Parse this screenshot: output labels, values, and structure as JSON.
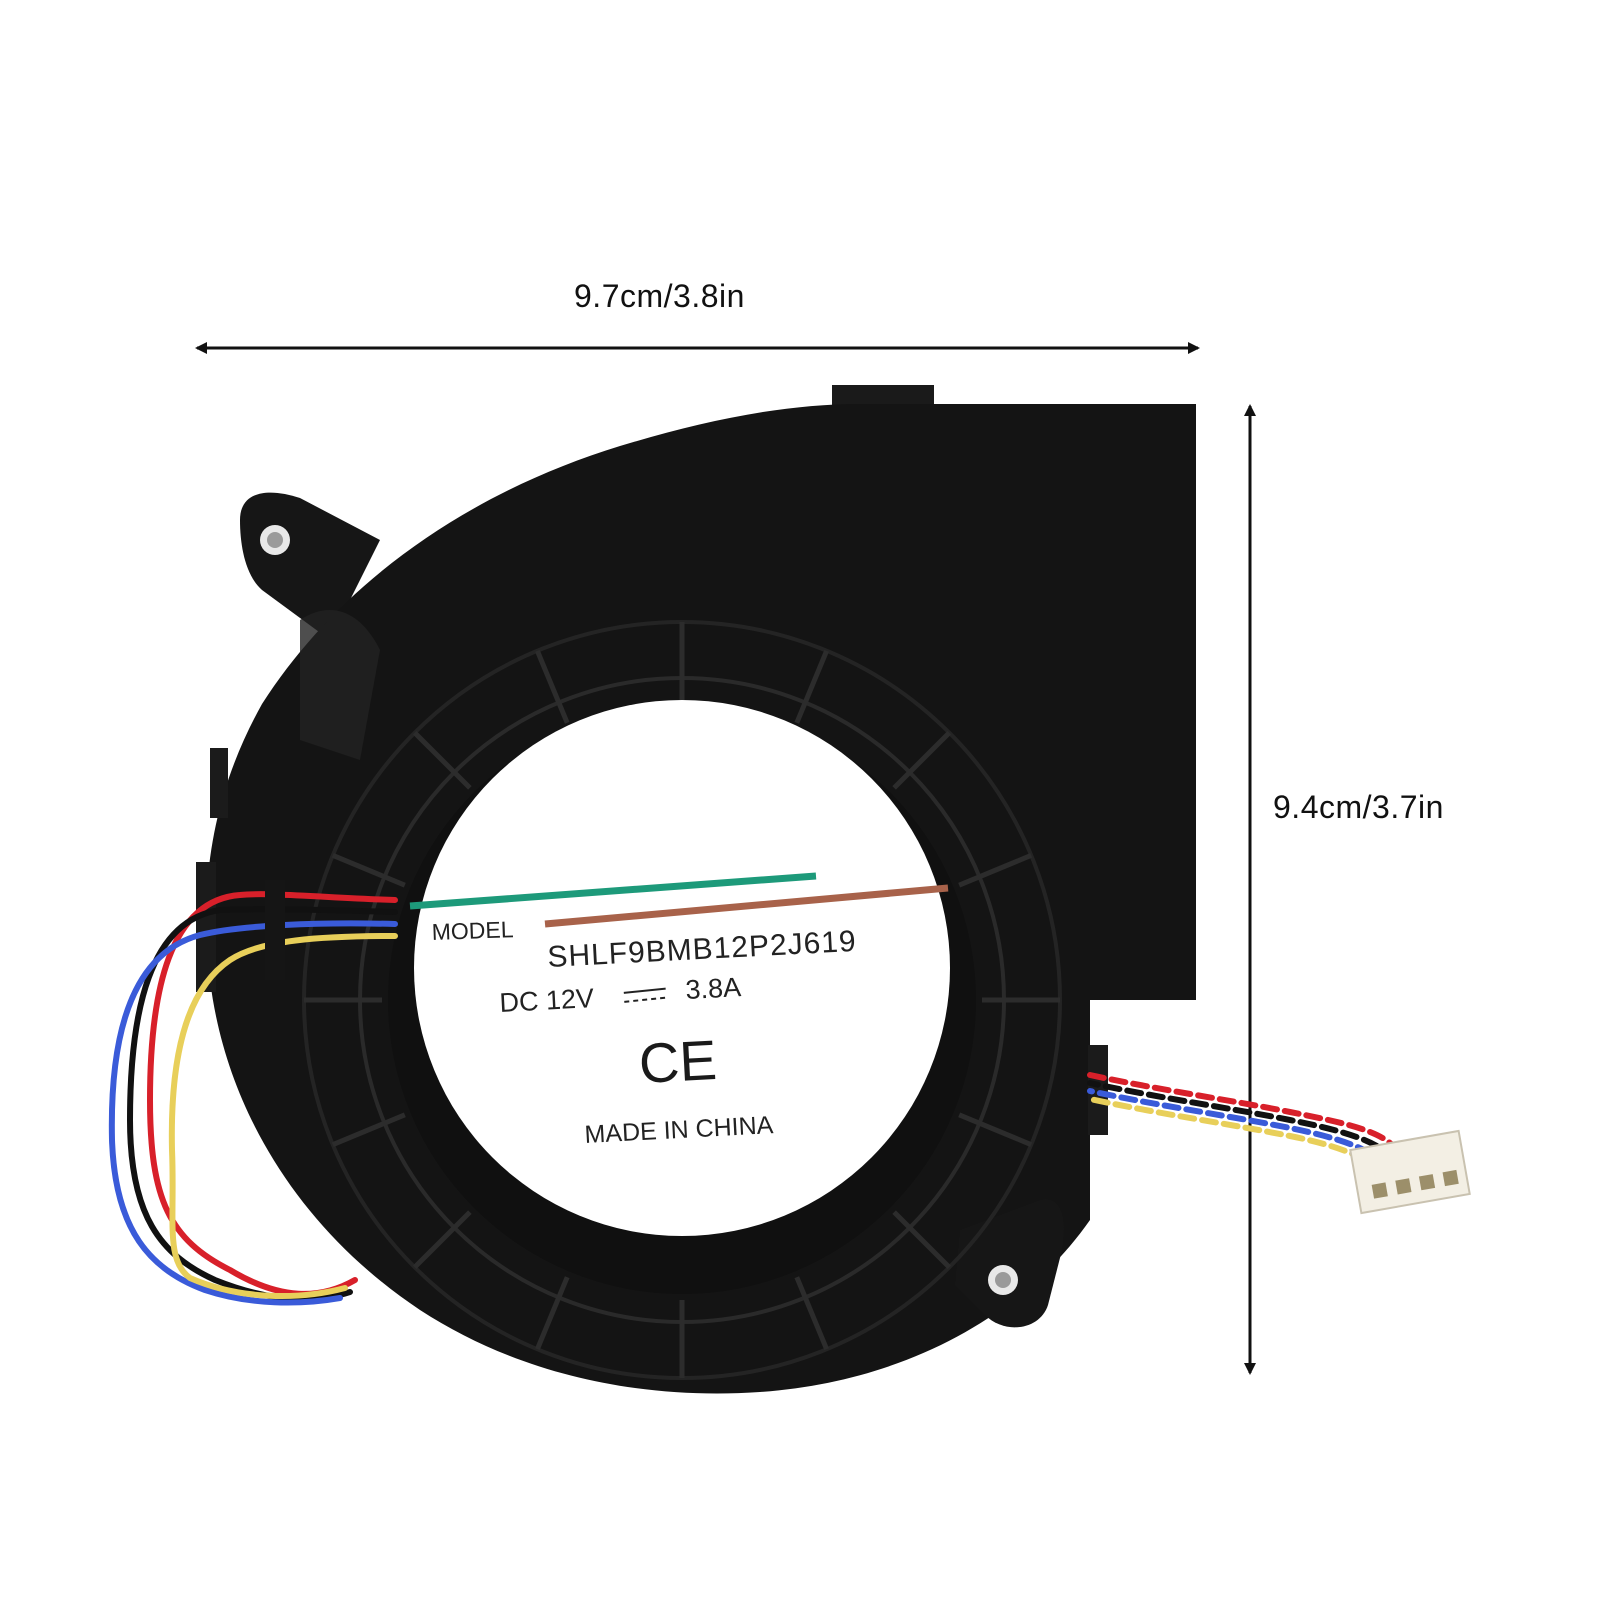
{
  "dimensions": {
    "width_label": "9.7cm/3.8in",
    "height_label": "9.4cm/3.7in"
  },
  "label": {
    "model_caption": "MODEL",
    "model_number": "SHLF9BMB12P2J619",
    "power_prefix": "DC 12V",
    "current": "3.8A",
    "mark": "CE",
    "origin": "MADE IN CHINA"
  },
  "colors": {
    "housing": "#141414",
    "label_bg": "#ffffff",
    "stripe_green": "#1d9a7a",
    "stripe_brown": "#a8624a",
    "wire_red": "#d8202a",
    "wire_black": "#111111",
    "wire_blue": "#3a5bd9",
    "wire_yellow": "#e8cf5a",
    "connector": "#f3efe4"
  }
}
